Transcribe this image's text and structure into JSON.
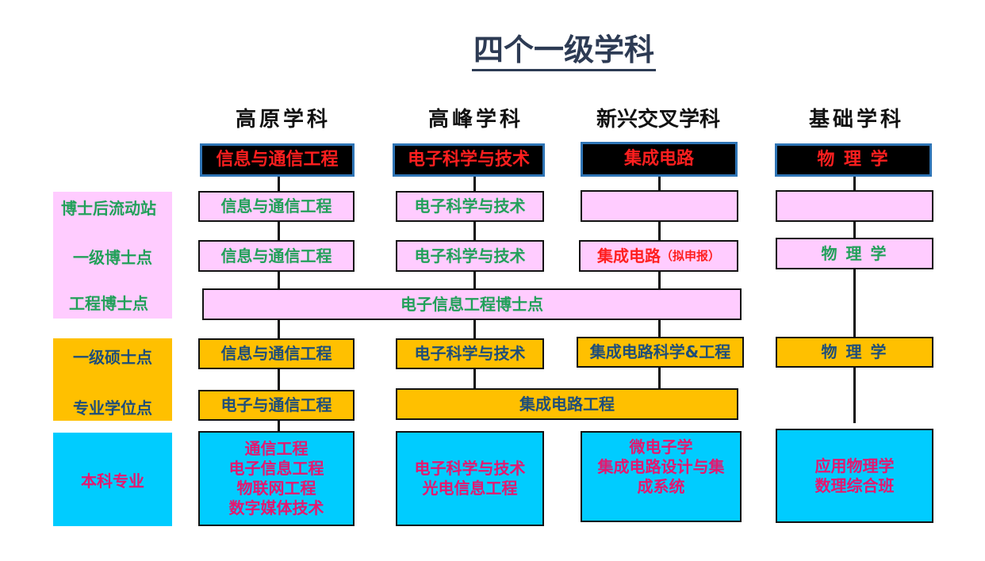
{
  "title": "四个一级学科",
  "columns": [
    "高原学科",
    "高峰学科",
    "新兴交叉学科",
    "基础学科"
  ],
  "disciplines": [
    "信息与通信工程",
    "电子科学与技术",
    "集成电路",
    "物 理 学"
  ],
  "row_labels": {
    "postdoc": "博士后流动站",
    "phd": "一级博士点",
    "eng_phd": "工程博士点",
    "master": "一级硕士点",
    "professional": "专业学位点",
    "undergrad": "本科专业"
  },
  "postdoc": [
    "信息与通信工程",
    "电子科学与技术",
    "",
    ""
  ],
  "phd": {
    "col1": "信息与通信工程",
    "col2": "电子科学与技术",
    "col3_main": "集成电路",
    "col3_note": "（拟申报）",
    "col4": "物 理 学"
  },
  "eng_phd": "电子信息工程博士点",
  "master": [
    "信息与通信工程",
    "电子科学与技术",
    "集成电路科学&工程",
    "物 理 学"
  ],
  "professional": [
    "电子与通信工程",
    "集成电路工程"
  ],
  "undergrad": {
    "col1": [
      "通信工程",
      "电子信息工程",
      "物联网工程",
      "数字媒体技术"
    ],
    "col2": [
      "电子科学与技术",
      "光电信息工程"
    ],
    "col3": [
      "微电子学",
      "集成电路设计与集",
      "成系统"
    ],
    "col4": [
      "应用物理学",
      "数理综合班"
    ]
  },
  "colors": {
    "pink": "#ffccff",
    "gold": "#ffc000",
    "cyan": "#00ccff",
    "red": "#ff1f1f",
    "green": "#22a05a",
    "blue": "#1f4e79",
    "magenta": "#e6176f"
  }
}
